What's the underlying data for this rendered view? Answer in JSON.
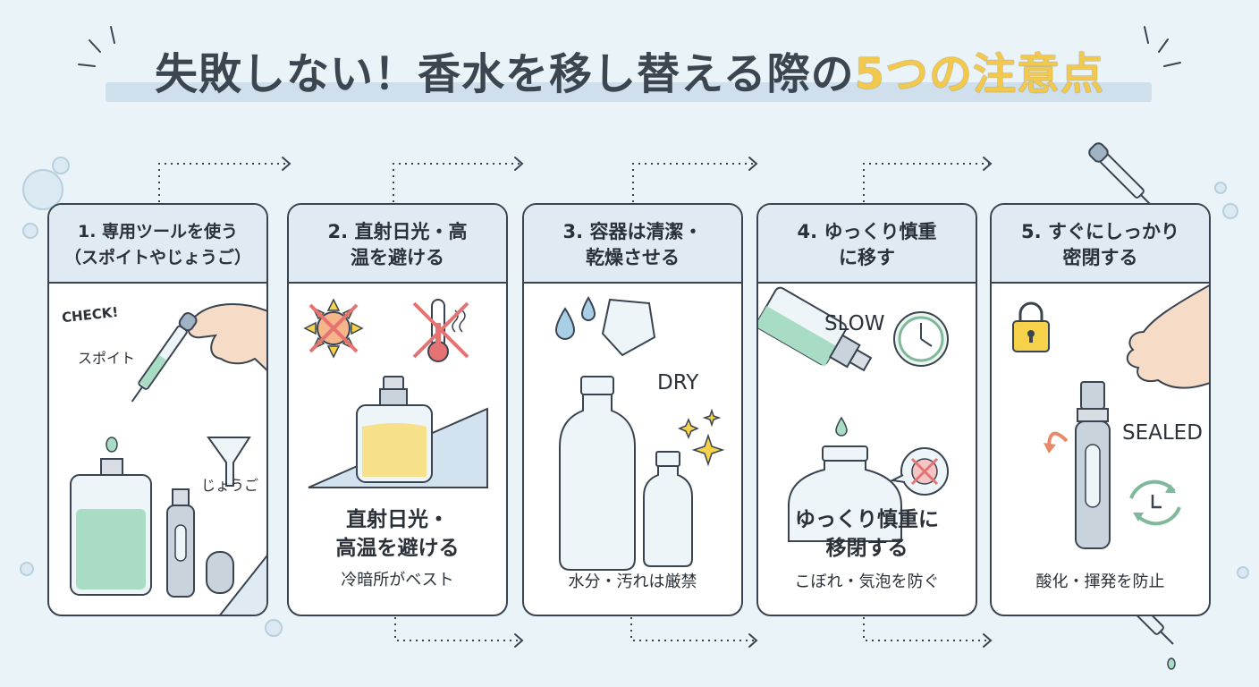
{
  "title": {
    "prefix": "失敗しない！香水を移し替える際の",
    "highlight": "5つの注意点"
  },
  "steps": [
    {
      "heading": "1. 専用ツールを使う\n（スポイトやじょうご）",
      "labels": {
        "check": "CHECK!",
        "dropper": "スポイト",
        "funnel": "じょうご"
      }
    },
    {
      "heading": "2. 直射日光・高\n温を避ける",
      "caption": "直射日光・\n高温を避ける",
      "subcaption": "冷暗所がベスト"
    },
    {
      "heading": "3. 容器は清潔・\n乾燥させる",
      "labels": {
        "dry": "DRY"
      },
      "subcaption": "水分・汚れは厳禁"
    },
    {
      "heading": "4. ゆっくり慎重\nに移す",
      "labels": {
        "slow": "SLOW"
      },
      "caption": "ゆっくり慎重に\n移閉する",
      "subcaption": "こぼれ・気泡を防ぐ"
    },
    {
      "heading": "5. すぐにしっかり\n密閉する",
      "labels": {
        "sealed": "SEALED"
      },
      "subcaption": "酸化・揮発を防止"
    }
  ],
  "colors": {
    "background": "#eaf3f8",
    "card_header": "#dfeaf2",
    "outline": "#3a4450",
    "highlight": "#f2c94c",
    "liquid_green": "#a8dcc4",
    "liquid_yellow": "#f7e08a",
    "warning_red": "#e57373",
    "sun": "#f5d24a"
  },
  "icons": [
    "dropper-icon",
    "funnel-icon",
    "sun-icon",
    "thermometer-icon",
    "droplet-icon",
    "cloth-icon",
    "sparkle-icon",
    "clock-icon",
    "padlock-icon",
    "rotate-arrow-icon",
    "hand-icon",
    "bottle-icon"
  ]
}
